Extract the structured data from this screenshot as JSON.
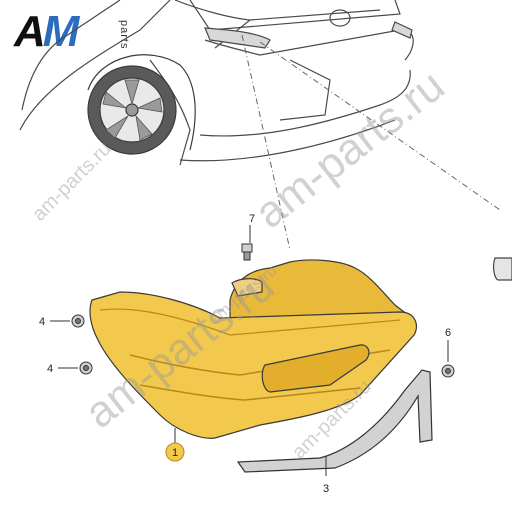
{
  "logo": {
    "main_a": "A",
    "main_m": "M",
    "sub": "parts"
  },
  "watermarks": [
    "am-parts.ru",
    "am-parts.ru",
    "am-parts.ru",
    "am-parts.ru",
    "am-parts.ru"
  ],
  "callouts": [
    {
      "id": "1",
      "label": "1"
    },
    {
      "id": "3",
      "label": "3"
    },
    {
      "id": "4a",
      "label": "4"
    },
    {
      "id": "4b",
      "label": "4"
    },
    {
      "id": "6",
      "label": "6"
    },
    {
      "id": "7",
      "label": "7"
    }
  ],
  "colors": {
    "lamp": "#f2c94c",
    "lamp_dark": "#d9a520",
    "line": "#555555",
    "brand_blue": "#2b6cc0"
  }
}
